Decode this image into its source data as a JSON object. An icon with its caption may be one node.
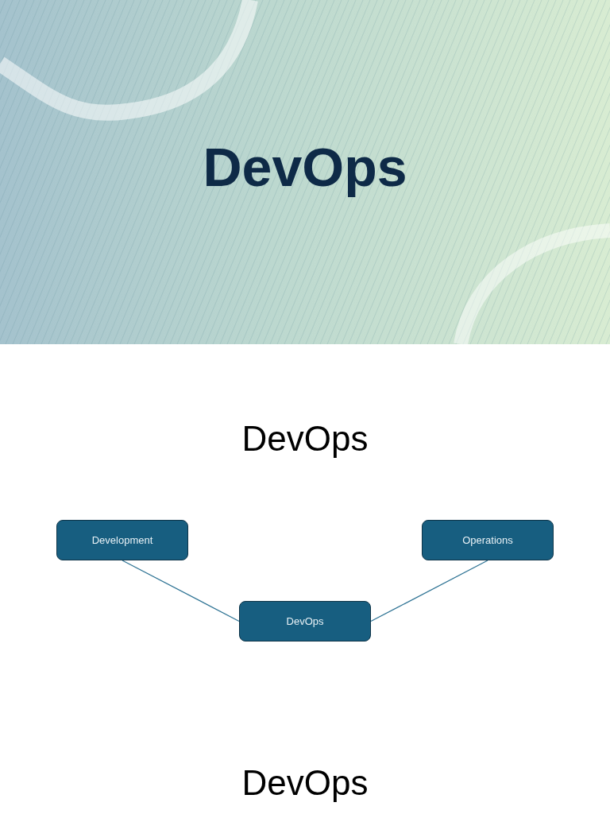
{
  "diagram": {
    "title": "DevOps",
    "nodes": [
      {
        "text": [
          "Development"
        ]
      },
      {
        "text": [
          "Operations"
        ]
      },
      {
        "text": [
          "DevOps"
        ]
      }
    ],
    "edges": [
      {
        "from": 0,
        "to": 2,
        "arrow": "none"
      },
      {
        "from": 1,
        "to": 2,
        "arrow": "none"
      }
    ],
    "labels": [
      "DevOps",
      "DevOps"
    ]
  }
}
